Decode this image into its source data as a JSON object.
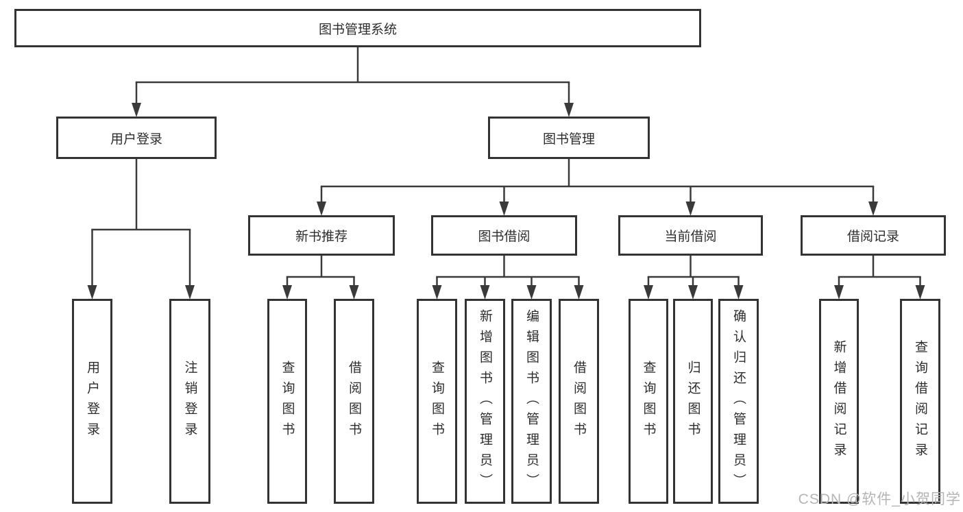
{
  "diagram": {
    "title": "图书管理系统",
    "nodes": [
      {
        "id": "root",
        "label": "图书管理系统",
        "parent": null,
        "orientation": "h"
      },
      {
        "id": "user-login",
        "label": "用户登录",
        "parent": "root",
        "orientation": "h"
      },
      {
        "id": "book-mgmt",
        "label": "图书管理",
        "parent": "root",
        "orientation": "h"
      },
      {
        "id": "user-login-leaf",
        "label": "用户登录",
        "parent": "user-login",
        "orientation": "v"
      },
      {
        "id": "logout-leaf",
        "label": "注销登录",
        "parent": "user-login",
        "orientation": "v"
      },
      {
        "id": "new-book-rec",
        "label": "新书推荐",
        "parent": "book-mgmt",
        "orientation": "h"
      },
      {
        "id": "book-borrow",
        "label": "图书借阅",
        "parent": "book-mgmt",
        "orientation": "h"
      },
      {
        "id": "current-borrow",
        "label": "当前借阅",
        "parent": "book-mgmt",
        "orientation": "h"
      },
      {
        "id": "borrow-records",
        "label": "借阅记录",
        "parent": "book-mgmt",
        "orientation": "h"
      },
      {
        "id": "query-books-1",
        "label": "查询图书",
        "parent": "new-book-rec",
        "orientation": "v"
      },
      {
        "id": "borrow-books-1",
        "label": "借阅图书",
        "parent": "new-book-rec",
        "orientation": "v"
      },
      {
        "id": "query-books-2",
        "label": "查询图书",
        "parent": "book-borrow",
        "orientation": "v"
      },
      {
        "id": "add-books",
        "label": "新增图书（管理员）",
        "parent": "book-borrow",
        "orientation": "v"
      },
      {
        "id": "edit-books",
        "label": "编辑图书（管理员）",
        "parent": "book-borrow",
        "orientation": "v"
      },
      {
        "id": "borrow-books-2",
        "label": "借阅图书",
        "parent": "book-borrow",
        "orientation": "v"
      },
      {
        "id": "query-books-3",
        "label": "查询图书",
        "parent": "current-borrow",
        "orientation": "v"
      },
      {
        "id": "return-books",
        "label": "归还图书",
        "parent": "current-borrow",
        "orientation": "v"
      },
      {
        "id": "confirm-return",
        "label": "确认归还（管理员）",
        "parent": "current-borrow",
        "orientation": "v"
      },
      {
        "id": "add-borrow-record",
        "label": "新增借阅记录",
        "parent": "borrow-records",
        "orientation": "v"
      },
      {
        "id": "query-borrow-record",
        "label": "查询借阅记录",
        "parent": "borrow-records",
        "orientation": "v"
      }
    ]
  },
  "watermark": "CSDN @软件_小贺同学",
  "colors": {
    "box_border": "#333333",
    "line": "#3a3a3a",
    "text": "#2d2d2d",
    "watermark": "#b5b5b5",
    "background": "#ffffff"
  }
}
